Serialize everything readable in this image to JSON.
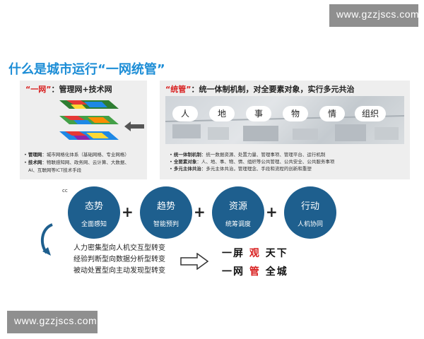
{
  "watermark": "www.gzzjscs.com",
  "title": "什么是城市运行“一网统管”",
  "left_panel": {
    "head_prefix": "“一网”",
    "head_rest": "：管理网+技术网",
    "bullets": [
      {
        "key": "管理网",
        "text": "：城市网格化体系（基础网格、专业网格）"
      },
      {
        "key": "技术网",
        "text": "：物联感知网、政务网、云计算、大数据、"
      },
      {
        "key": "",
        "text": "AI、互联网等ICT技术手段"
      }
    ]
  },
  "right_panel": {
    "head_prefix": "“统管”",
    "head_rest": "：统一体制机制，对全要素对象，实行多元共治",
    "tags": [
      "人",
      "地",
      "事",
      "物",
      "情",
      "组织"
    ],
    "bullets": [
      {
        "key": "统一体制机制",
        "text": "：统一数据资源、处置力量、管理事项、管理平台、运行机制"
      },
      {
        "key": "全要素对象",
        "text": "：人、地、事、物、情、组织等公共管理、公共安全、公共服务事项"
      },
      {
        "key": "多元主体共治",
        "text": "：多元主体共治，管理理念、手段和流程的创新和重塑"
      }
    ]
  },
  "cc_label": "cc",
  "circles": [
    {
      "title": "态势",
      "sub": "全面感知"
    },
    {
      "title": "趋势",
      "sub": "智能预判"
    },
    {
      "title": "资源",
      "sub": "统筹调度"
    },
    {
      "title": "行动",
      "sub": "人机协同"
    }
  ],
  "plus": "+",
  "transforms": [
    "人力密集型向人机交互型转变",
    "经验判断型向数据分析型转变",
    "被动处置型向主动发现型转变"
  ],
  "slogans": [
    {
      "a": "一屏 ",
      "red": "观",
      "b": " 天下"
    },
    {
      "a": "一网 ",
      "red": "管",
      "b": " 全城"
    }
  ],
  "colors": {
    "accent_blue": "#1c8dd6",
    "circle_blue": "#1e5f8e",
    "highlight_red": "#d81e1e"
  }
}
